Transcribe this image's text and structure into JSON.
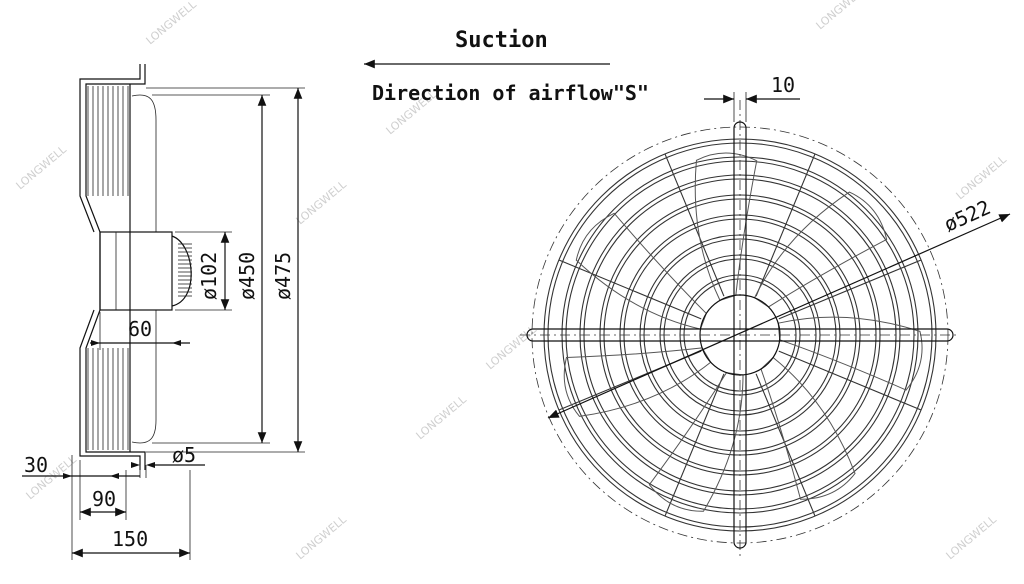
{
  "header": {
    "suction": "Suction",
    "airflow": "Direction of airflow\"S\""
  },
  "side_view": {
    "d102": "ø102",
    "d450": "ø450",
    "d475": "ø475",
    "d5": "ø5",
    "dim60": "60",
    "dim30": "30",
    "dim90": "90",
    "dim150": "150"
  },
  "front_view": {
    "d522": "ø522",
    "dim10": "10",
    "blade_count": 7,
    "outer_rings": 7,
    "inner_rings": 5,
    "spokes": 8
  },
  "watermark": "LONGWELL",
  "colors": {
    "line": "#111111",
    "wire": "#333333",
    "watermark": "#cfcfcf"
  }
}
